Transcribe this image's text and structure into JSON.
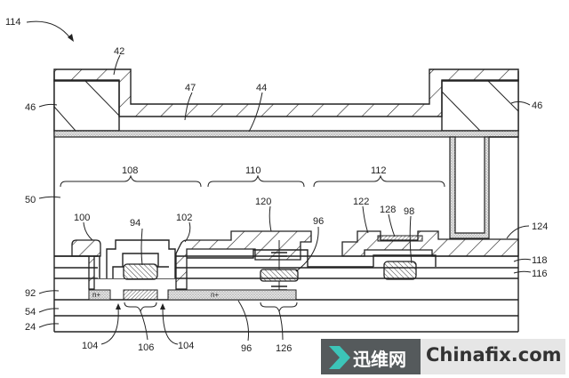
{
  "figure": {
    "figure_ref": "114",
    "labels": {
      "l42": "42",
      "l47": "47",
      "l44": "44",
      "l46_left": "46",
      "l46_right": "46",
      "l50": "50",
      "l108": "108",
      "l110": "110",
      "l112": "112",
      "l100": "100",
      "l94": "94",
      "l102": "102",
      "l120": "120",
      "l96_top": "96",
      "l122": "122",
      "l128": "128",
      "l98": "98",
      "l124": "124",
      "l118": "118",
      "l116": "116",
      "l92": "92",
      "l54": "54",
      "l24": "24",
      "l104_left": "104",
      "l106": "106",
      "l104_right": "104",
      "l96_bottom": "96",
      "l126": "126"
    },
    "doping": {
      "n_plus_left": "n+",
      "n_plus_right": "n+"
    }
  },
  "watermark": {
    "chinese": "迅维网",
    "english": "Chinafix.com",
    "accent_color": "#3cc4b8"
  }
}
